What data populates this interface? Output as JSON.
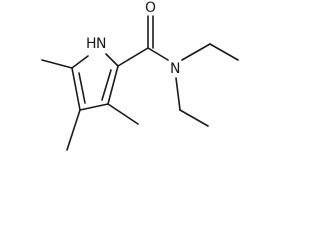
{
  "structure": {
    "atoms": {
      "nh": {
        "element": "N",
        "hydrogens": "H"
      },
      "amide_n": {
        "element": "N"
      },
      "carbonyl_o": {
        "element": "O"
      }
    },
    "labels": {
      "nh": "H",
      "nh_n": "N",
      "amide_n": "N",
      "carbonyl_o": "O"
    }
  },
  "colors": {
    "ink": "#1a1a1a",
    "background": "#ffffff"
  }
}
